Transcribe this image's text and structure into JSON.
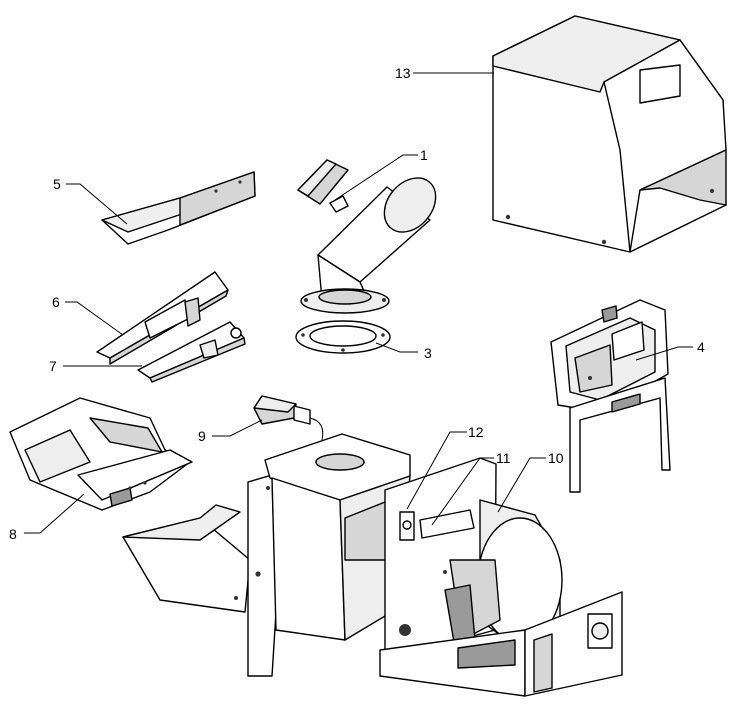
{
  "labels": {
    "p1": "1",
    "p3": "3",
    "p4": "4",
    "p5": "5",
    "p6": "6",
    "p7": "7",
    "p8": "8",
    "p9": "9",
    "p10": "10",
    "p11": "11",
    "p12": "12",
    "p13": "13"
  },
  "colors": {
    "line": "#000000",
    "background": "#ffffff",
    "shade": "#d6d6d6"
  }
}
